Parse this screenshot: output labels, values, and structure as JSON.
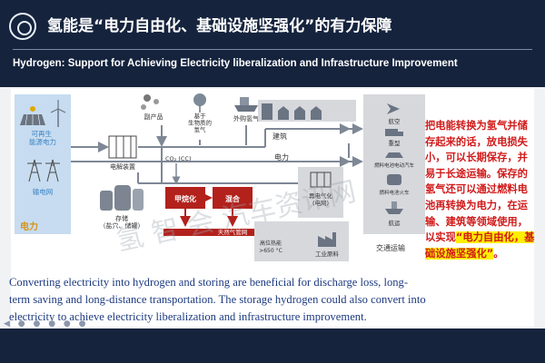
{
  "header": {
    "title_zh": "氢能是“电力自由化、基础设施坚强化”的有力保障",
    "title_en": "Hydrogen:  Support for Achieving Electricity liberalization and Infrastructure Improvement"
  },
  "diagram": {
    "renewable": "可再生\n能源电力",
    "grid": "输电网",
    "power_label": "电力",
    "electrolysis": "电解装置",
    "byproduct": "副产品",
    "bio": "基于\n生物质的\n氢气",
    "import": "外购氢气",
    "co2": "CO₂ (CC)",
    "methanation": "甲烷化",
    "mixing": "混合",
    "natural_gas": "天然气管网",
    "storage": "存储\n（盐穴、储罐）",
    "building": "建筑",
    "power_mid": "电力",
    "re_power": "再电气化\n(电网)",
    "high_heat": "高位热能\n>650 °C",
    "industry": "工业原料",
    "transport": "交通运输",
    "aviation": "航空",
    "heavy": "重型",
    "fc_car": "燃料电池电动汽车",
    "fc_train": "燃料电池火车",
    "shipping": "航运"
  },
  "note": {
    "text": "把电能转换为氢气并储存起来的话，放电损失小，可以长期保存，并易于长途运输。保存的氢气还可以通过燃料电池再转换为电力，在运输、建筑等领域使用，以实现",
    "highlight": "“电力自由化，基础设施坚强化”",
    "tail": "。"
  },
  "caption": "Converting electricity into hydrogen and storing are beneficial for discharge loss, long-term saving and long-distance transportation. The storage hydrogen could also convert into electricity to achieve electricity liberalization and infrastructure improvement.",
  "watermark": "氢 智 会 汽车资讯网",
  "colors": {
    "header_bg": "#15233d",
    "accent_red": "#d11a1a",
    "highlight": "#ffee00",
    "block_red": "#b3211c",
    "caption_blue": "#1d3a80"
  },
  "icons": [
    "solar-panel-icon",
    "wind-turbine-icon",
    "power-tower-icon",
    "electrolyzer-icon",
    "storage-tank-icon",
    "molecule-icon",
    "tree-icon",
    "ship-icon",
    "house-icon",
    "airplane-icon",
    "truck-icon",
    "car-icon",
    "train-icon",
    "boat-icon",
    "factory-icon"
  ]
}
